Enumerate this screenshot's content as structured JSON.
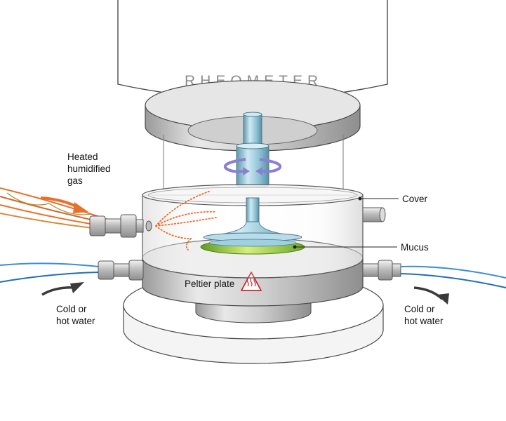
{
  "rheometer_label": "RHEOMETER",
  "labels": {
    "gas_line1": "Heated",
    "gas_line2": "humidified",
    "gas_line3": "gas",
    "cover": "Cover",
    "mucus": "Mucus",
    "peltier": "Peltier plate",
    "water_left_line1": "Cold or",
    "water_left_line2": "hot water",
    "water_right_line1": "Cold or",
    "water_right_line2": "hot water"
  },
  "icons": {
    "rotation": "rotation-arrows-icon",
    "heat_warning": "heat-warning-triangle-icon"
  },
  "colors": {
    "metal_light": "#e2e2e2",
    "metal_dark": "#a8a8a8",
    "shaft_blue": "#8fc3d6",
    "mucus_green": "#8cc63f",
    "warning_red": "#d2232a",
    "gas_orange": "#e8702a",
    "water_blue": "#3a8fd4",
    "rotation_purple": "#8b7fd1"
  }
}
